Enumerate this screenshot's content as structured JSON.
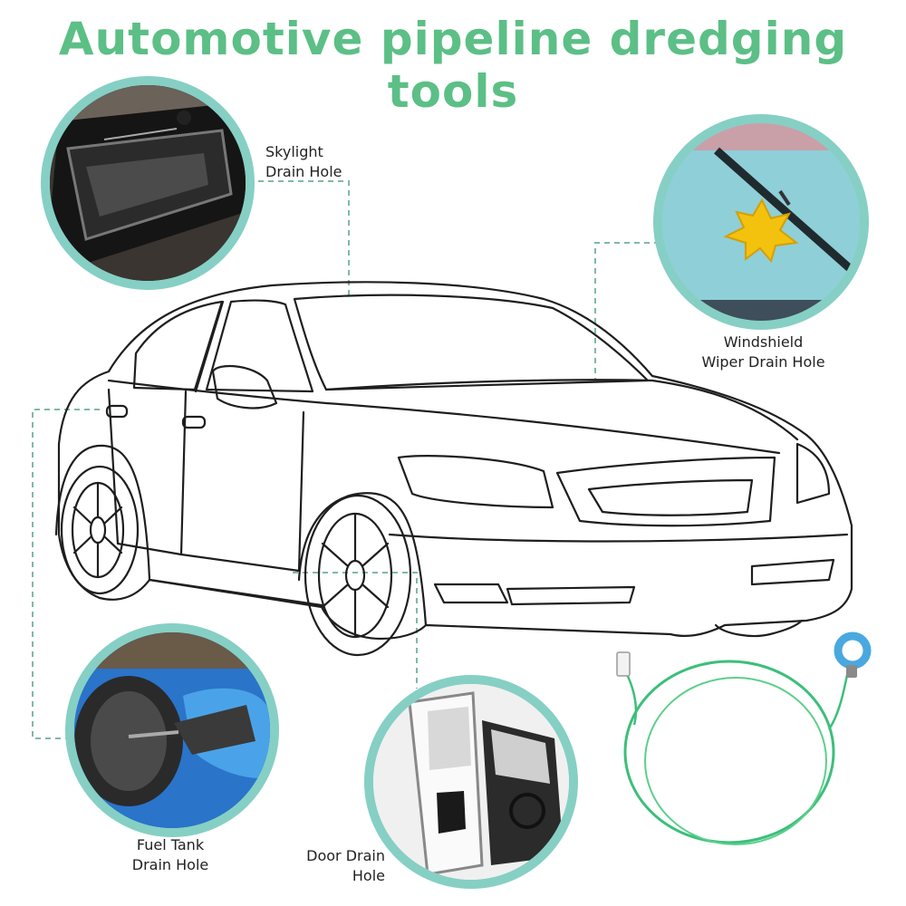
{
  "title": "Automotive pipeline dredging tools",
  "labels": {
    "skylight": [
      "Skylight",
      "Drain Hole"
    ],
    "windshield": [
      "Windshield",
      "Wiper Drain Hole"
    ],
    "fuel": [
      "Fuel Tank",
      "Drain Hole"
    ],
    "door": [
      "Door Drain",
      "Hole"
    ]
  },
  "colors": {
    "title": "#5cbf86",
    "circle_border": "#86cfc4",
    "dashed_line": "#7fb9a5",
    "tool_wire": "#3cbf7a",
    "tool_ring": "#4aa8e0"
  }
}
